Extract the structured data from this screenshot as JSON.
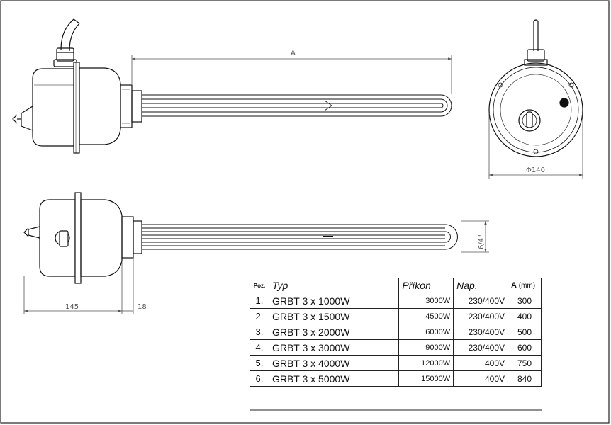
{
  "dimensions": {
    "length_label": "A",
    "diameter_label": "Φ140",
    "thread_label": "6/4\"",
    "body_length": "145",
    "flange_thickness": "18"
  },
  "table": {
    "headers": {
      "poz": "Poz.",
      "typ": "Typ",
      "prikon": "Příkon",
      "nap": "Nap.",
      "a_main": "A",
      "a_unit": "(mm)"
    },
    "rows": [
      {
        "poz": "1.",
        "typ": "GRBT 3 x 1000W",
        "prikon": "3000W",
        "nap": "230/400V",
        "a": "300"
      },
      {
        "poz": "2.",
        "typ": "GRBT 3 x 1500W",
        "prikon": "4500W",
        "nap": "230/400V",
        "a": "400"
      },
      {
        "poz": "3.",
        "typ": "GRBT 3 x 2000W",
        "prikon": "6000W",
        "nap": "230/400V",
        "a": "500"
      },
      {
        "poz": "4.",
        "typ": "GRBT 3 x 3000W",
        "prikon": "9000W",
        "nap": "230/400V",
        "a": "600"
      },
      {
        "poz": "5.",
        "typ": "GRBT 3 x 4000W",
        "prikon": "12000W",
        "nap": "400V",
        "a": "750"
      },
      {
        "poz": "6.",
        "typ": "GRBT 3 x 5000W",
        "prikon": "15000W",
        "nap": "400V",
        "a": "840"
      }
    ]
  }
}
